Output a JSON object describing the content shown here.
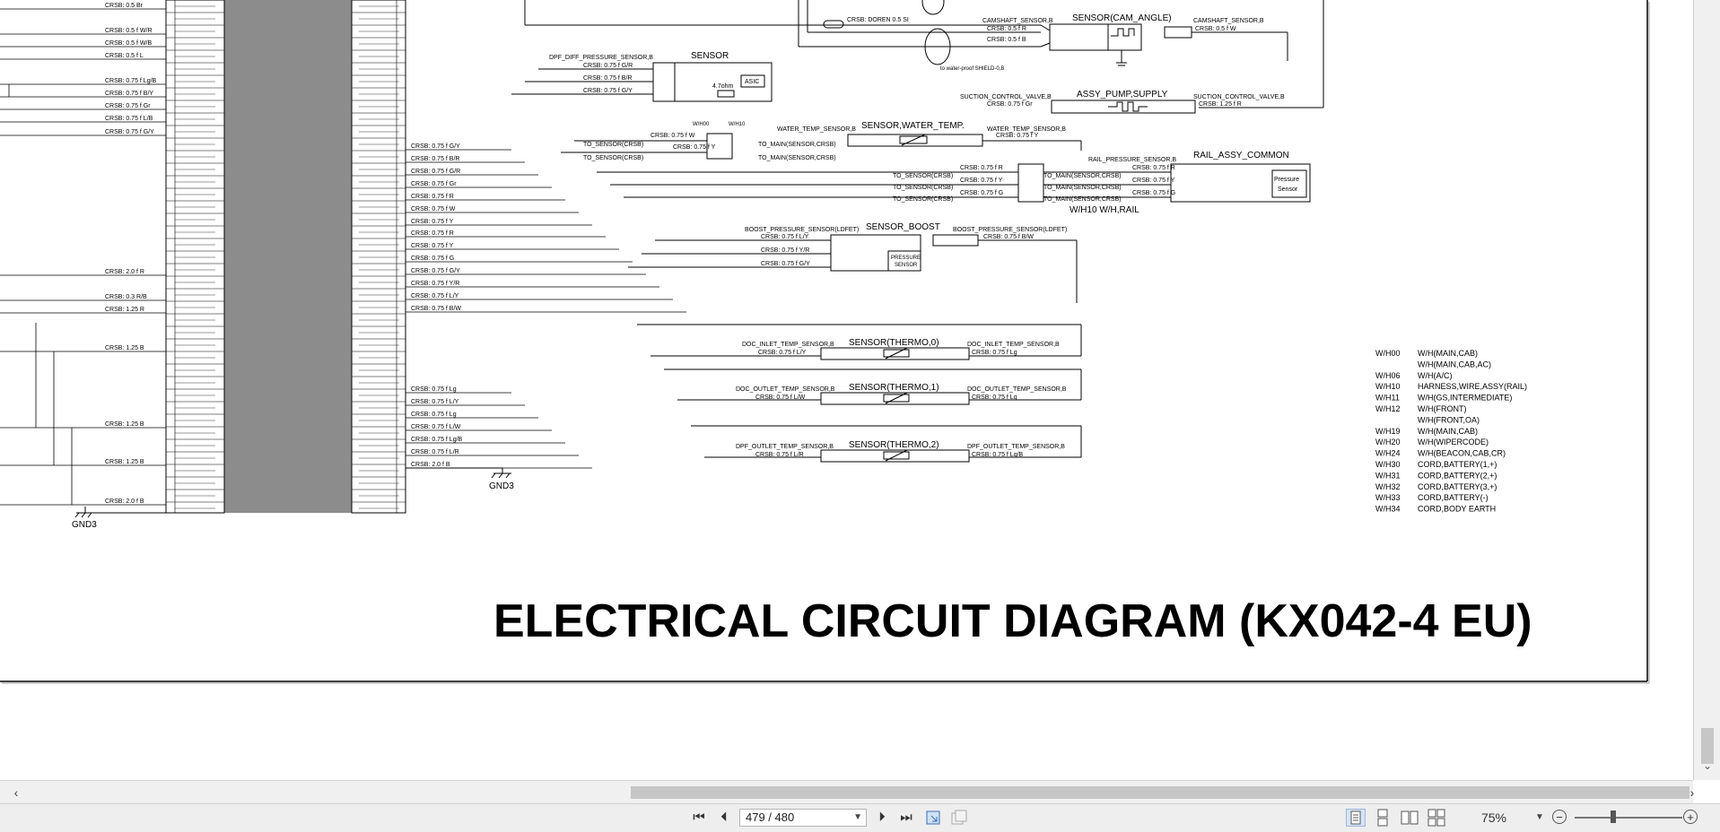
{
  "app": {
    "page_indicator": "479 / 480",
    "zoom": "75%"
  },
  "diagram": {
    "title": "ELECTRICAL CIRCUIT DIAGRAM (KX042-4 EU)",
    "gnd_left": "GND3",
    "gnd_mid": "GND3",
    "sensor_labels": {
      "cam": "SENSOR(CAM_ANGLE)",
      "dpf": "SENSOR",
      "pump": "ASSY_PUMP,SUPPLY",
      "water": "SENSOR,WATER_TEMP.",
      "rail": "RAIL_ASSY_COMMON",
      "boost": "SENSOR_BOOST",
      "thermo0": "SENSOR(THERMO,0)",
      "thermo1": "SENSOR(THERMO,1)",
      "thermo2": "SENSOR(THERMO,2)",
      "wh10rail": "W/H10 W/H,RAIL",
      "pressure_sensor": "Pressure Sensor",
      "pressure_sensor_boost": "PRESSURE SENSOR",
      "ohm": "4.7ohm",
      "asic": "ASIC"
    },
    "small_labels": {
      "cam_l": "CAMSHAFT_SENSOR,B",
      "cam_r": "CAMSHAFT_SENSOR,B",
      "doren": "CRSB: DOREN 0.5 SI",
      "waterproof": "to water-proof SHIELD-0,B",
      "dpf_l": "DPF_DIFF_PRESSURE_SENSOR,B",
      "suction_l": "SUCTION_CONTROL_VALVE,B",
      "suction_r": "SUCTION_CONTROL_VALVE,B",
      "water_l": "WATER_TEMP_SENSOR,B",
      "water_r": "WATER_TEMP_SENSOR,B",
      "rail_l": "RAIL_PRESSURE_SENSOR,B",
      "boost_l": "BOOST_PRESSURE_SENSOR(LDFET)",
      "boost_r": "BOOST_PRESSURE_SENSOR(LDFET)",
      "doc_in_l": "DOC_INLET_TEMP_SENSOR,B",
      "doc_in_r": "DOC_INLET_TEMP_SENSOR,B",
      "doc_out_l": "DOC_OUTLET_TEMP_SENSOR,B",
      "doc_out_r": "DOC_OUTLET_TEMP_SENSOR,B",
      "dpf_out_l": "DPF_OUTLET_TEMP_SENSOR,B",
      "dpf_out_r": "DPF_OUTLET_TEMP_SENSOR,B",
      "to_sensor": "TO_SENSOR(CRSB)",
      "to_main": "TO_MAIN(SENSOR,CRSB)"
    },
    "left_wires": [
      {
        "text": "CRSB: 0.5   Br"
      },
      {
        "text": "CRSB: 0.5  f  W/R"
      },
      {
        "text": "CRSB: 0.5  f  W/B"
      },
      {
        "text": "CRSB: 0.5  f  L"
      },
      {
        "text": "CRSB: 0.75  f  Lg/B"
      },
      {
        "text": "CRSB: 0.75  f  B/Y"
      },
      {
        "text": "CRSB: 0.75  f  Gr"
      },
      {
        "text": "CRSB: 0.75  f  L/B"
      },
      {
        "text": "CRSB: 0.75  f  G/Y"
      },
      {
        "text": "CRSB: 2.0  f  R"
      },
      {
        "text": "CRSB: 0.3   R/B"
      },
      {
        "text": "CRSB: 1.25   R"
      },
      {
        "text": "CRSB: 1.25   B"
      },
      {
        "text": "CRSB: 1.25   B"
      },
      {
        "text": "CRSB: 1.25   B"
      },
      {
        "text": "CRSB: 2.0  f  B"
      }
    ],
    "right_wires": [
      "CRSB: 0.75  f  G/Y",
      "CRSB: 0.75  f  B/R",
      "CRSB: 0.75  f  G/R",
      "CRSB: 0.75  f  Gr",
      "CRSB: 0.75  f  R",
      "CRSB: 0.75  f  W",
      "CRSB: 0.75  f  Y",
      "CRSB: 0.75  f  R",
      "CRSB: 0.75  f  Y",
      "CRSB: 0.75  f  G",
      "CRSB: 0.75  f  G/Y",
      "CRSB: 0.75  f  Y/R",
      "CRSB: 0.75  f  L/Y",
      "CRSB: 0.75  f  B/W",
      "CRSB: 0.75  f  Lg",
      "CRSB: 0.75  f  L/Y",
      "CRSB: 0.75  f  Lg",
      "CRSB: 0.75  f  L/W",
      "CRSB: 0.75  f  Lg/B",
      "CRSB: 0.75  f  L/R",
      "CRSB: 2.0  f  B"
    ],
    "legend": [
      {
        "code": "W/H00",
        "desc": "W/H(MAIN,CAB)"
      },
      {
        "code": "",
        "desc": "W/H(MAIN,CAB,AC)"
      },
      {
        "code": "W/H06",
        "desc": "W/H(A/C)"
      },
      {
        "code": "W/H10",
        "desc": "HARNESS,WIRE,ASSY(RAIL)"
      },
      {
        "code": "W/H11",
        "desc": "W/H(GS,INTERMEDIATE)"
      },
      {
        "code": "W/H12",
        "desc": "W/H(FRONT)"
      },
      {
        "code": "",
        "desc": "W/H(FRONT,OA)"
      },
      {
        "code": "W/H19",
        "desc": "W/H(MAIN,CAB)"
      },
      {
        "code": "W/H20",
        "desc": "W/H(WIPERCODE)"
      },
      {
        "code": "W/H24",
        "desc": "W/H(BEACON,CAB,CR)"
      },
      {
        "code": "W/H30",
        "desc": "CORD,BATTERY(1,+)"
      },
      {
        "code": "W/H31",
        "desc": "CORD,BATTERY(2,+)"
      },
      {
        "code": "W/H32",
        "desc": "CORD,BATTERY(3,+)"
      },
      {
        "code": "W/H33",
        "desc": "CORD,BATTERY(-)"
      },
      {
        "code": "W/H34",
        "desc": "CORD,BODY EARTH"
      }
    ]
  }
}
